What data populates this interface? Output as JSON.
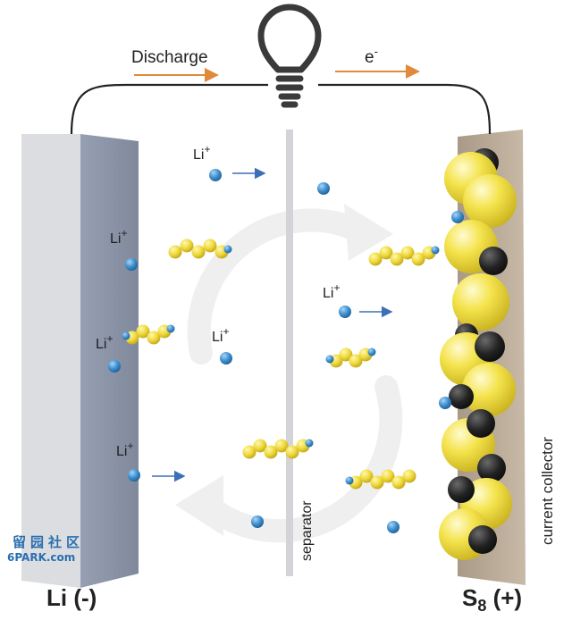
{
  "labels": {
    "discharge": "Discharge",
    "electron": "e",
    "electron_sup": "-",
    "separator": "separator",
    "current_collector": "current collector",
    "anode": "Li (-)",
    "cathode_main": "S",
    "cathode_sub": "8",
    "cathode_sign": " (+)",
    "li_ion": "Li",
    "li_ion_sup": "+"
  },
  "watermark": {
    "cn": "留园社区",
    "site": "6PARK.com"
  },
  "colors": {
    "li_ion": "#3d8fcf",
    "sulfur": "#f2e04a",
    "carbon": "#1e1e1e",
    "arrow_orange": "#e08a3c",
    "arrow_blue": "#3d6fb8",
    "anode_face": "#8d96a8",
    "anode_side": "#d9dadd",
    "collector": "#b8aa98",
    "separator": "#d4d4d8"
  },
  "icons": {
    "bulb": "lightbulb-icon"
  }
}
